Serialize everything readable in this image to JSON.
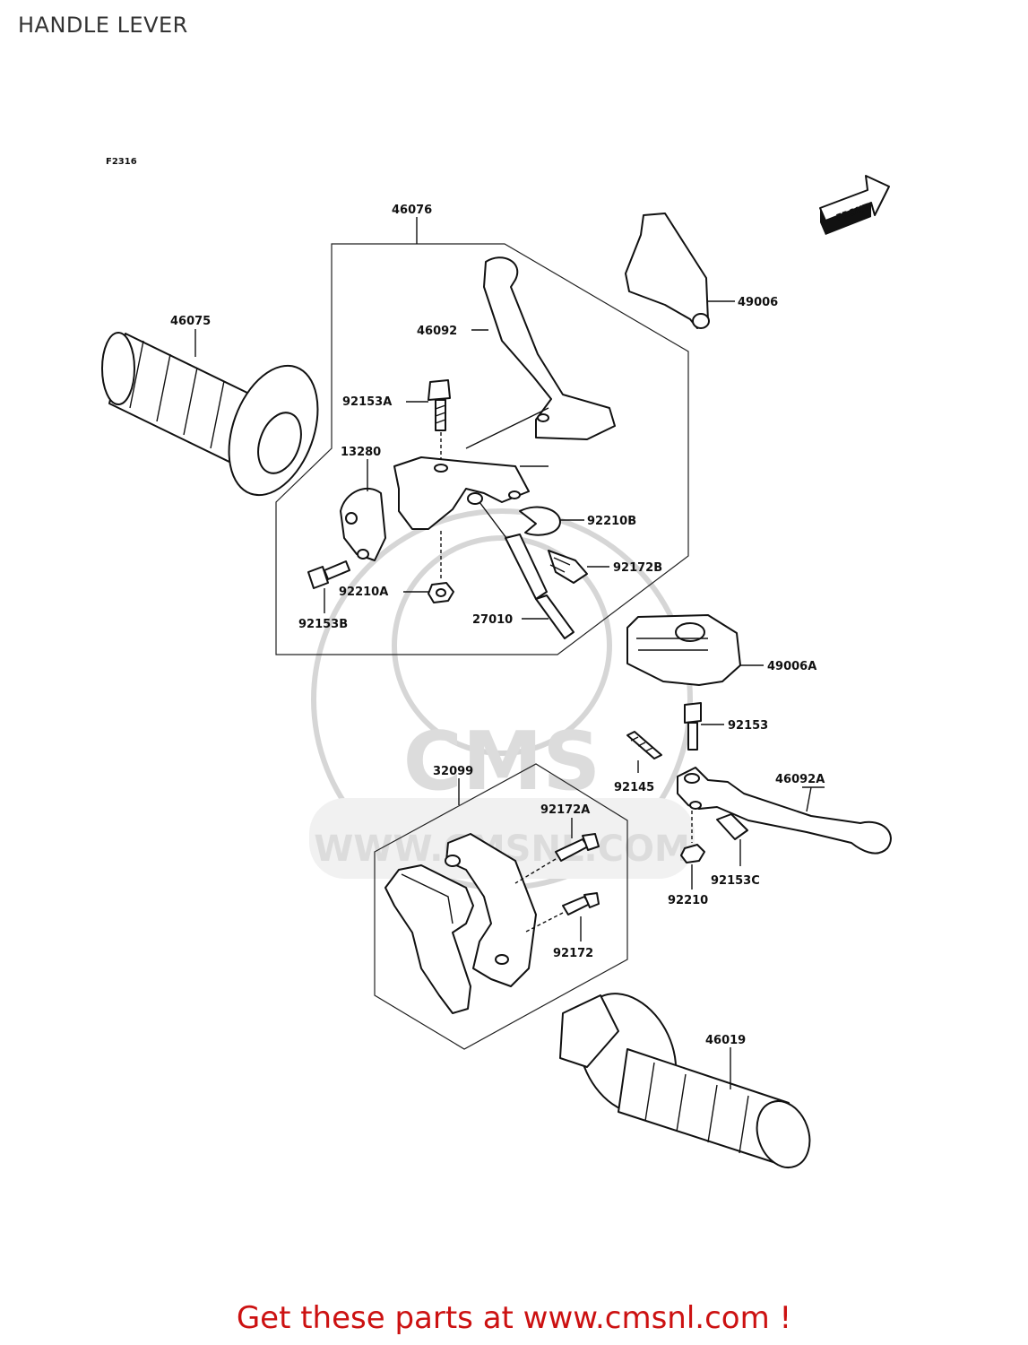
{
  "page": {
    "title": "HANDLE LEVER",
    "figure_code": "F2316",
    "front_arrow_label": "FRONT",
    "promo_text": "Get these parts at www.cmsnl.com !"
  },
  "parts": {
    "p46076": "46076",
    "p46075": "46075",
    "p46092": "46092",
    "p49006": "49006",
    "p92153A": "92153A",
    "p13280": "13280",
    "p92210B": "92210B",
    "p92172B": "92172B",
    "p92210A": "92210A",
    "p92153B": "92153B",
    "p27010": "27010",
    "p49006A": "49006A",
    "p92153": "92153",
    "p92145": "92145",
    "p46092A": "46092A",
    "p32099": "32099",
    "p92172A": "92172A",
    "p92153C": "92153C",
    "p92210": "92210",
    "p92172": "92172",
    "p46019": "46019"
  },
  "watermark": {
    "logo": "CMS",
    "url": "WWW.CMSNL.COM"
  }
}
